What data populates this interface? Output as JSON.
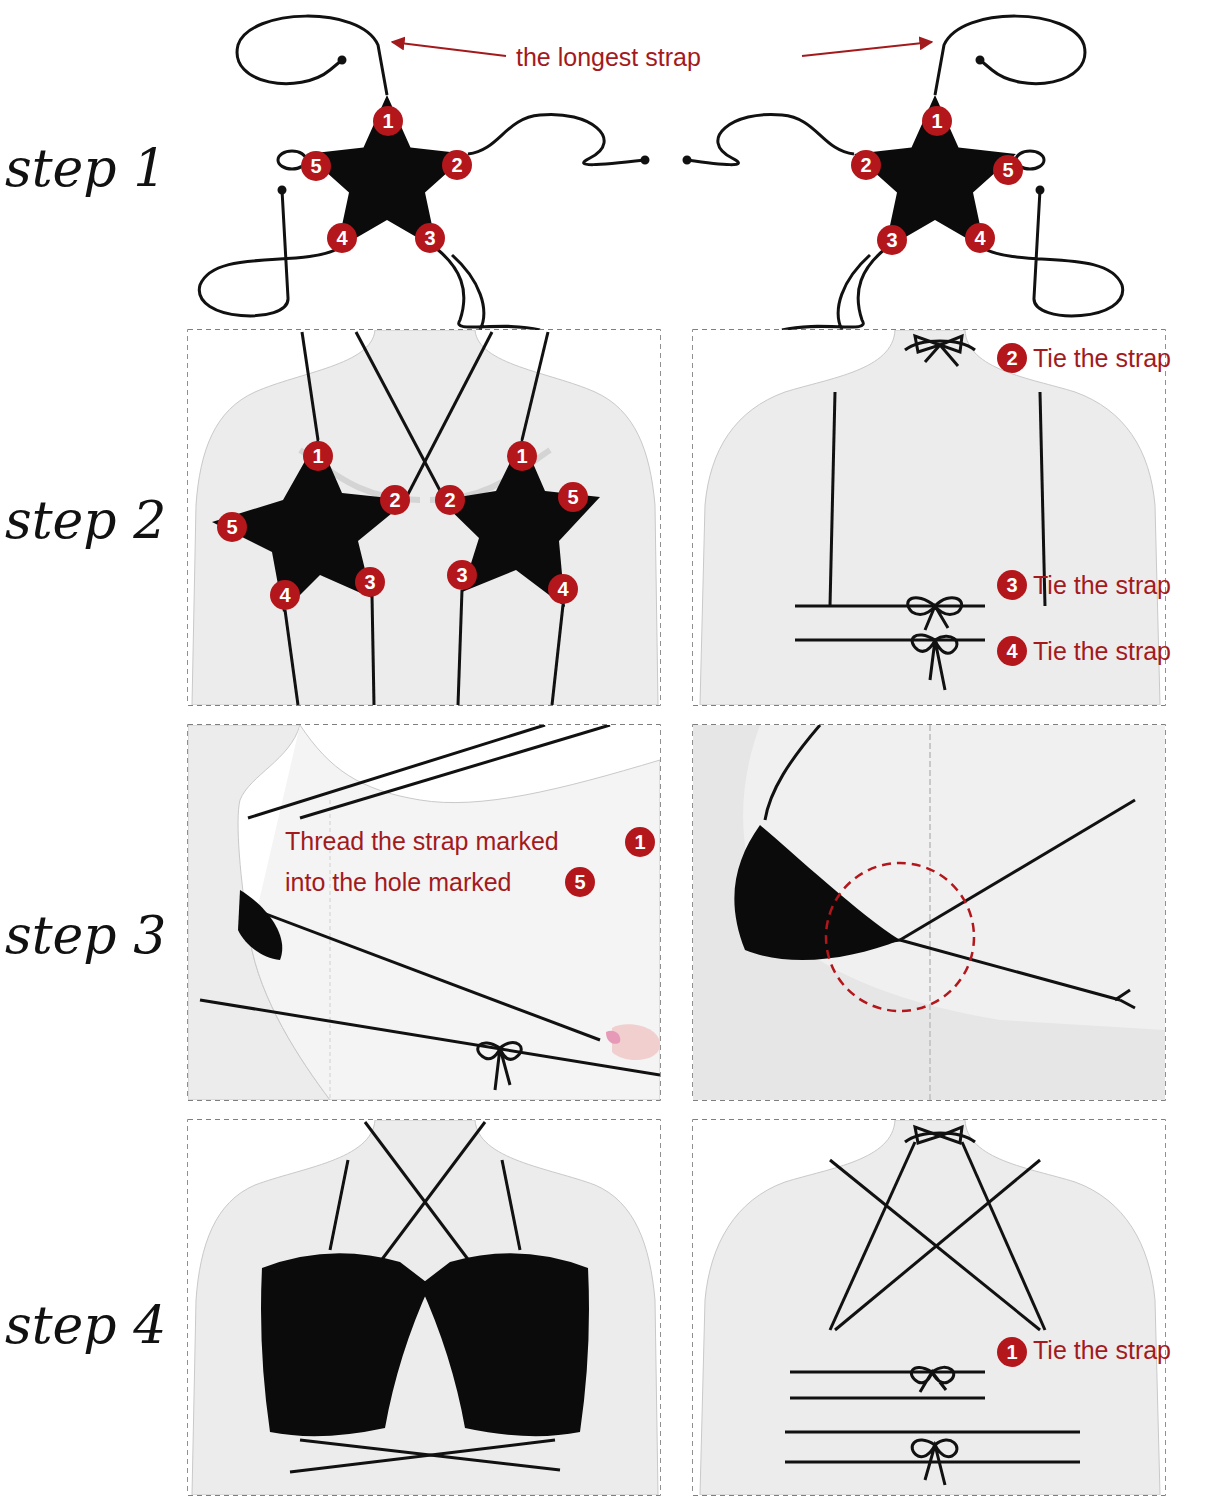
{
  "diagram": {
    "labels": [
      "the longest strap",
      "step 1",
      "1",
      "2",
      "3",
      "4",
      "5",
      "1",
      "2",
      "3",
      "4",
      "5",
      "step 2",
      "1",
      "1",
      "2",
      "2",
      "5",
      "5",
      "3",
      "3",
      "4",
      "4",
      "2",
      "Tie the strap",
      "3",
      "Tie the strap",
      "4",
      "Tie the strap",
      "step 3",
      "Thread the strap marked",
      "1",
      "into the hole marked",
      "5",
      "step 4",
      "1",
      "Tie the strap"
    ]
  }
}
